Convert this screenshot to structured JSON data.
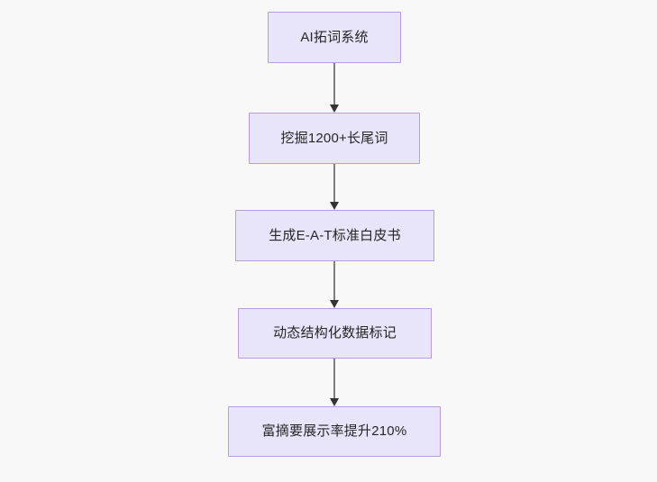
{
  "diagram": {
    "type": "flowchart",
    "orientation": "top-to-bottom",
    "background_color": "#f8f8f8",
    "node_fill_color": "#e8e4fa",
    "node_border_color": "#b79ce0",
    "node_text_color": "#262626",
    "edge_line_color": "#7f7f7f",
    "edge_arrow_color": "#333333",
    "nodes": [
      {
        "id": "n1",
        "label": "AI拓词系统"
      },
      {
        "id": "n2",
        "label": "挖掘1200+长尾词"
      },
      {
        "id": "n3",
        "label": "生成E-A-T标准白皮书"
      },
      {
        "id": "n4",
        "label": "动态结构化数据标记"
      },
      {
        "id": "n5",
        "label": "富摘要展示率提升210%"
      }
    ],
    "edges": [
      {
        "id": "e1",
        "from": "n1",
        "to": "n2",
        "label": ""
      },
      {
        "id": "e2",
        "from": "n2",
        "to": "n3",
        "label": ""
      },
      {
        "id": "e3",
        "from": "n3",
        "to": "n4",
        "label": ""
      },
      {
        "id": "e4",
        "from": "n4",
        "to": "n5",
        "label": ""
      }
    ]
  }
}
